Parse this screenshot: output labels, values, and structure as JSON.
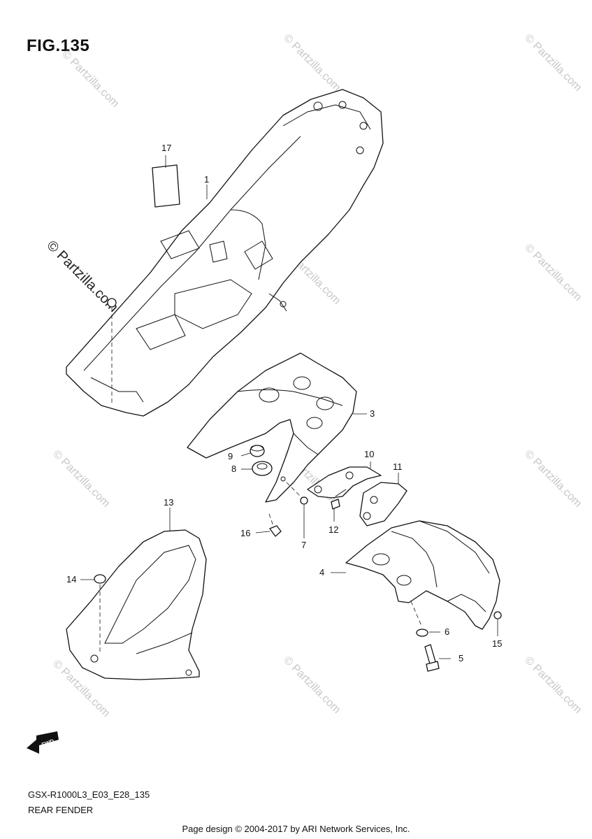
{
  "figure": {
    "title": "FIG.135",
    "model_code": "GSX-R1000L3_E03_E28_135",
    "section_name": "REAR FENDER",
    "fwd_label": "FWD"
  },
  "callouts": [
    {
      "id": "1",
      "label": "1"
    },
    {
      "id": "3",
      "label": "3"
    },
    {
      "id": "4",
      "label": "4"
    },
    {
      "id": "5",
      "label": "5"
    },
    {
      "id": "6",
      "label": "6"
    },
    {
      "id": "7",
      "label": "7"
    },
    {
      "id": "8",
      "label": "8"
    },
    {
      "id": "9",
      "label": "9"
    },
    {
      "id": "10",
      "label": "10"
    },
    {
      "id": "11",
      "label": "11"
    },
    {
      "id": "12",
      "label": "12"
    },
    {
      "id": "13",
      "label": "13"
    },
    {
      "id": "14",
      "label": "14"
    },
    {
      "id": "15",
      "label": "15"
    },
    {
      "id": "16",
      "label": "16"
    },
    {
      "id": "17",
      "label": "17"
    }
  ],
  "watermark": {
    "text": "© Partzilla.com"
  },
  "footer": {
    "copyright": "Page design © 2004-2017 by ARI Network Services, Inc."
  }
}
